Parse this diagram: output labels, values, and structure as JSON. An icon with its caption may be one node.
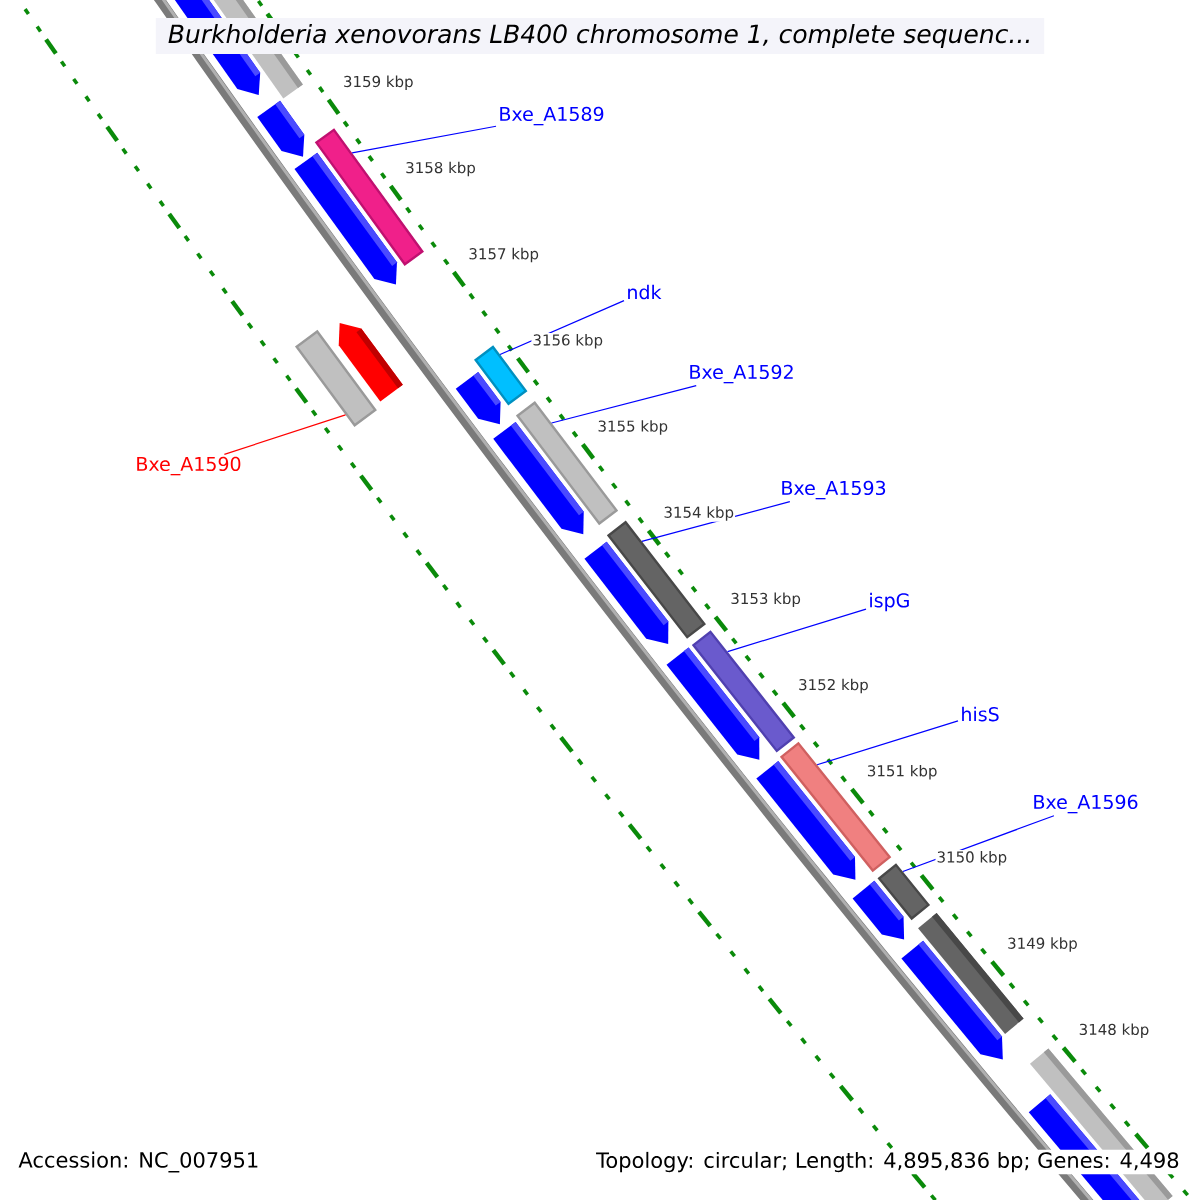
{
  "diagram": {
    "title": "Burkholderia xenovorans LB400 chromosome 1, complete sequenc...",
    "nodes": [
      {
        "text": [
          "Bxe_A1589"
        ]
      },
      {
        "text": [
          "ndk"
        ]
      },
      {
        "text": [
          "Bxe_A1592"
        ]
      },
      {
        "text": [
          "Bxe_A1590"
        ]
      },
      {
        "text": [
          "Bxe_A1593"
        ]
      },
      {
        "text": [
          "ispG"
        ]
      },
      {
        "text": [
          "hisS"
        ]
      },
      {
        "text": [
          "Bxe_A1596"
        ]
      },
      {
        "text": [],
        "shape": "bar"
      },
      {
        "text": [],
        "shape": "bar"
      },
      {
        "text": [],
        "shape": "bar"
      },
      {
        "text": [],
        "shape": "bar"
      },
      {
        "text": [],
        "shape": "bar"
      },
      {
        "text": [],
        "shape": "bar"
      },
      {
        "text": [],
        "shape": "bar"
      },
      {
        "text": [],
        "shape": "bar"
      }
    ],
    "edges": [
      {
        "from": 0,
        "to": 8,
        "arrow": "none"
      },
      {
        "from": 1,
        "to": 10,
        "arrow": "none"
      },
      {
        "from": 2,
        "to": 11,
        "arrow": "none"
      },
      {
        "from": 3,
        "to": 9,
        "arrow": "none",
        "color": "#ff0000"
      },
      {
        "from": 4,
        "to": 12,
        "arrow": "none"
      },
      {
        "from": 5,
        "to": 13,
        "arrow": "none"
      },
      {
        "from": 6,
        "to": 14,
        "arrow": "none"
      },
      {
        "from": 7,
        "to": 15,
        "arrow": "none"
      }
    ],
    "labels": [
      "3159 kbp",
      "3158 kbp",
      "3157 kbp",
      "3156 kbp",
      "3155 kbp",
      "3154 kbp",
      "3153 kbp",
      "3152 kbp",
      "3151 kbp",
      "3150 kbp",
      "3149 kbp",
      "3148 kbp",
      "Accession: NC_007951",
      "Topology: circular; Length: 4,895,836 bp; Genes: 4,498"
    ]
  }
}
